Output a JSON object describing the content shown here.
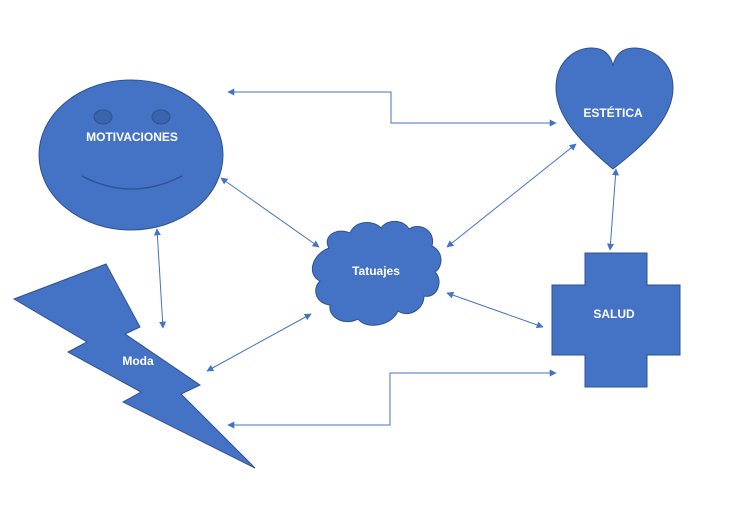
{
  "nodes": {
    "motivaciones": {
      "label": "MOTIVACIONES",
      "shape": "smiley"
    },
    "estetica": {
      "label": "ESTÉTICA",
      "shape": "heart"
    },
    "tatuajes": {
      "label": "Tatuajes",
      "shape": "cloud"
    },
    "salud": {
      "label": "SALUD",
      "shape": "plus"
    },
    "moda": {
      "label": "Moda",
      "shape": "lightning-bolt"
    }
  },
  "connections": [
    {
      "from": "estetica",
      "to": "motivaciones",
      "arrows": "both",
      "style": "elbow"
    },
    {
      "from": "motivaciones",
      "to": "tatuajes",
      "arrows": "both",
      "style": "straight"
    },
    {
      "from": "motivaciones",
      "to": "moda",
      "arrows": "both",
      "style": "straight"
    },
    {
      "from": "tatuajes",
      "to": "estetica",
      "arrows": "both",
      "style": "straight"
    },
    {
      "from": "estetica",
      "to": "salud",
      "arrows": "both",
      "style": "straight"
    },
    {
      "from": "tatuajes",
      "to": "salud",
      "arrows": "both",
      "style": "straight"
    },
    {
      "from": "moda",
      "to": "tatuajes",
      "arrows": "both",
      "style": "straight"
    },
    {
      "from": "moda",
      "to": "salud",
      "arrows": "both",
      "style": "elbow"
    }
  ],
  "colors": {
    "fill": "#4472C4",
    "outline": "#2F528F",
    "line": "#4472C4",
    "text": "#FFFFFF"
  }
}
